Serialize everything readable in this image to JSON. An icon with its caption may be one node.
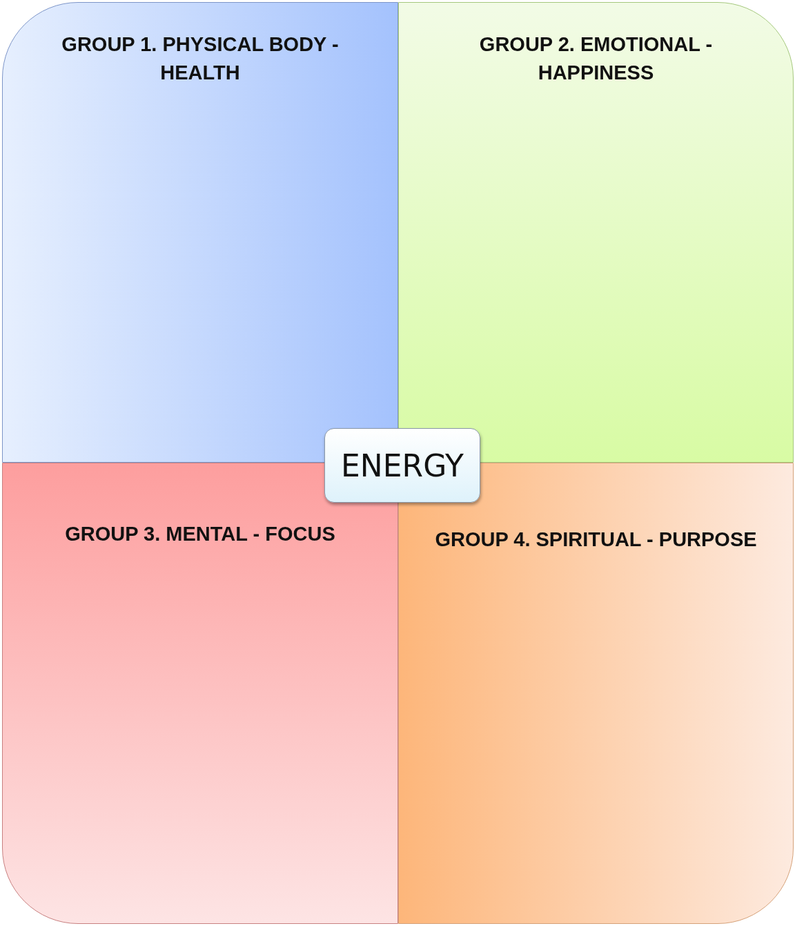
{
  "diagram": {
    "nodes": [
      {
        "text": [
          "GROUP 1. PHYSICAL BODY - HEALTH"
        ]
      },
      {
        "text": [
          "GROUP 2. EMOTIONAL - HAPPINESS"
        ]
      },
      {
        "text": [
          "ENERGY"
        ]
      },
      {
        "text": [
          "GROUP 3. MENTAL - FOCUS"
        ]
      },
      {
        "text": [
          "GROUP 4. SPIRITUAL - PURPOSE"
        ]
      }
    ]
  }
}
